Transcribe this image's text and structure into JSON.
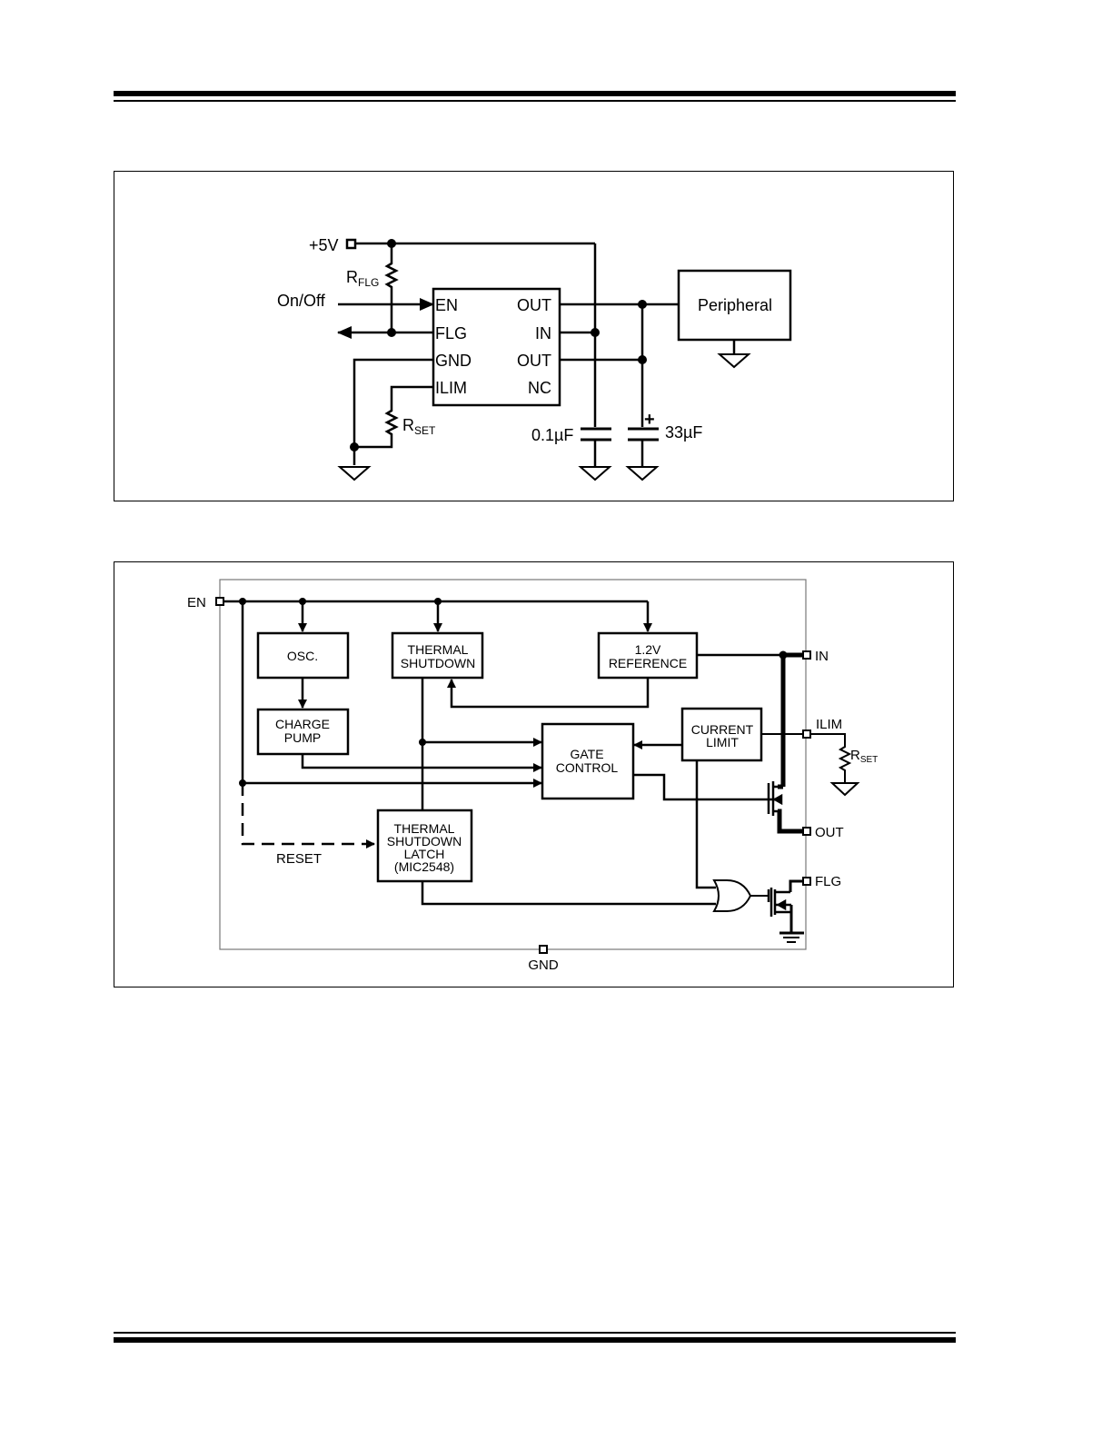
{
  "page": {
    "header_rule": "double-rule",
    "footer_rule": "double-rule"
  },
  "application_circuit": {
    "supply_label": "+5V",
    "rflg_label": "R",
    "rflg_sub": "FLG",
    "onoff_label": "On/Off",
    "ic_pins_left": [
      "EN",
      "FLG",
      "GND",
      "ILIM"
    ],
    "ic_pins_right": [
      "OUT",
      "IN",
      "OUT",
      "NC"
    ],
    "rset_label": "R",
    "rset_sub": "SET",
    "cap1_label": "0.1µF",
    "cap2_label": "33µF",
    "cap2_polarity": "+",
    "peripheral_label": "Peripheral"
  },
  "block_diagram": {
    "pins": {
      "en": "EN",
      "in": "IN",
      "ilim": "ILIM",
      "out": "OUT",
      "flg": "FLG",
      "gnd": "GND"
    },
    "blocks": {
      "osc": [
        "OSC."
      ],
      "charge_pump": [
        "CHARGE",
        "PUMP"
      ],
      "thermal_shutdown": [
        "THERMAL",
        "SHUTDOWN"
      ],
      "reference": [
        "1.2V",
        "REFERENCE"
      ],
      "current_limit": [
        "CURRENT",
        "LIMIT"
      ],
      "gate_control": [
        "GATE",
        "CONTROL"
      ],
      "latch": [
        "THERMAL",
        "SHUTDOWN",
        "LATCH",
        "(MIC2548)"
      ]
    },
    "reset_label": "RESET",
    "rset_label": "R",
    "rset_sub": "SET"
  }
}
